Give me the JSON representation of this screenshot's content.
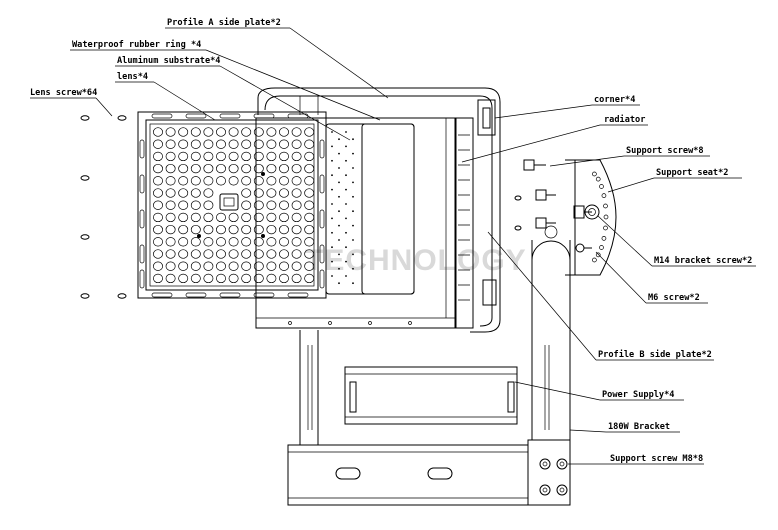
{
  "labels": {
    "profile_a": "Profile A side plate*2",
    "waterproof_ring": "Waterproof rubber ring *4",
    "aluminum_substrate": "Aluminum substrate*4",
    "lens": "lens*4",
    "lens_screw": "Lens screw*64",
    "corner": "corner*4",
    "radiator": "radiator",
    "support_screw": "Support screw*8",
    "support_seat": "Support seat*2",
    "bracket_screw": "M14 bracket screw*2",
    "m6_screw": "M6 screw*2",
    "profile_b": "Profile B side plate*2",
    "power_supply": "Power Supply*4",
    "bracket": "180W Bracket",
    "support_screw_m8": "Support screw M8*8"
  },
  "watermark": "TECHNOLOGY"
}
